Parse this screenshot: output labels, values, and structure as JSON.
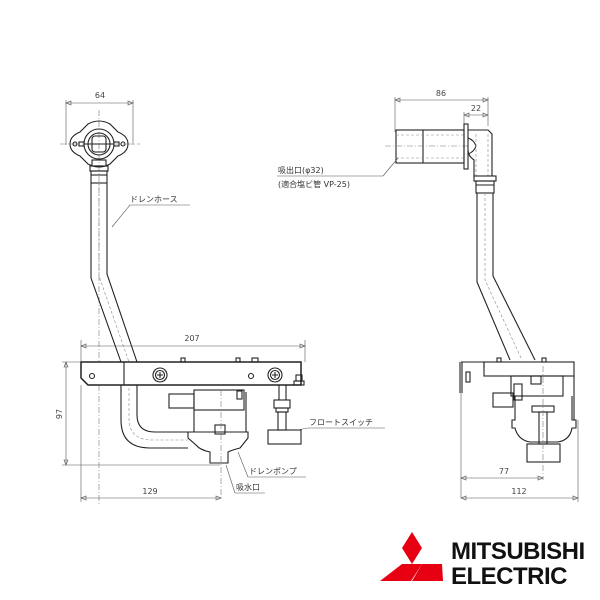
{
  "drawing": {
    "title": "Drain pump kit technical drawing",
    "left_view": {
      "dimensions": {
        "flange_width": "64",
        "plate_width": "207",
        "height": "97",
        "inlet_offset": "129"
      },
      "labels": {
        "drain_hose": "ドレンホース",
        "float_switch": "フロートスイッチ",
        "drain_pump": "ドレンポンプ",
        "suction_port": "吸水口"
      }
    },
    "right_view": {
      "dimensions": {
        "outlet_length": "86",
        "flange_offset": "22",
        "center_offset": "77",
        "total_width": "112"
      },
      "labels": {
        "outlet_line1": "吸出口(φ32)",
        "outlet_line2": "(適合塩ビ管 VP-25)"
      }
    }
  },
  "brand": {
    "line1": "MITSUBISHI",
    "line2": "ELECTRIC",
    "color": "#e60012"
  }
}
